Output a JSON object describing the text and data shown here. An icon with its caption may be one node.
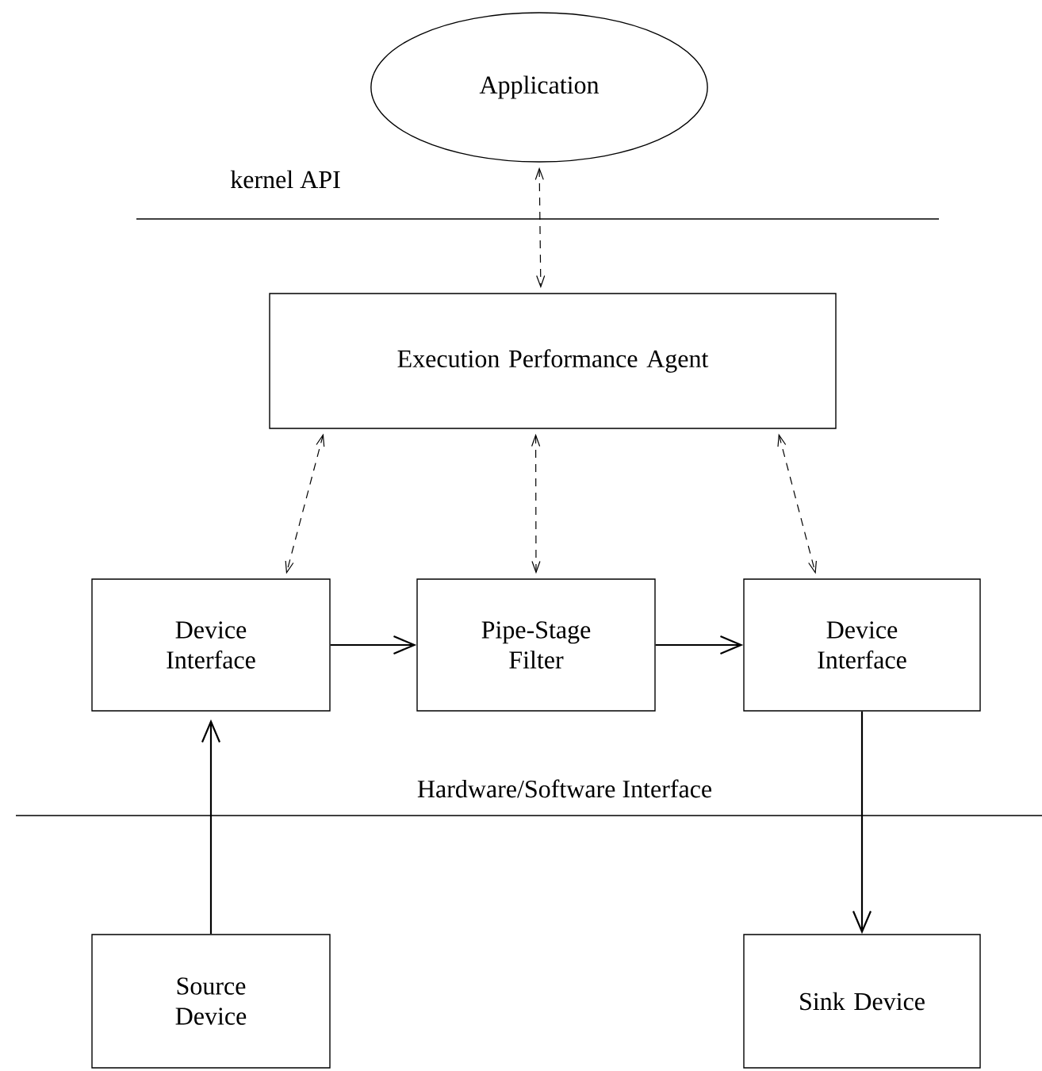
{
  "diagram": {
    "nodes": [
      {
        "text": [
          "Application"
        ]
      },
      {
        "text": [
          "Execution Performance Agent"
        ]
      },
      {
        "text": [
          "Device Interface"
        ]
      },
      {
        "text": [
          "Pipe-Stage Filter"
        ]
      },
      {
        "text": [
          "Device Interface"
        ]
      },
      {
        "text": [
          "Source Device"
        ]
      },
      {
        "text": [
          "Sink Device"
        ]
      }
    ],
    "edges": [
      {
        "from": 0,
        "to": 1,
        "arrow": "both",
        "style": "dashed"
      },
      {
        "from": 1,
        "to": 2,
        "arrow": "both",
        "style": "dashed"
      },
      {
        "from": 1,
        "to": 3,
        "arrow": "both",
        "style": "dashed"
      },
      {
        "from": 1,
        "to": 4,
        "arrow": "both",
        "style": "dashed"
      },
      {
        "from": 2,
        "to": 3,
        "arrow": "to"
      },
      {
        "from": 3,
        "to": 4,
        "arrow": "to"
      },
      {
        "from": 5,
        "to": 2,
        "arrow": "to"
      },
      {
        "from": 4,
        "to": 6,
        "arrow": "to"
      }
    ],
    "labels": [
      "kernel API",
      "Hardware/Software Interface"
    ]
  }
}
